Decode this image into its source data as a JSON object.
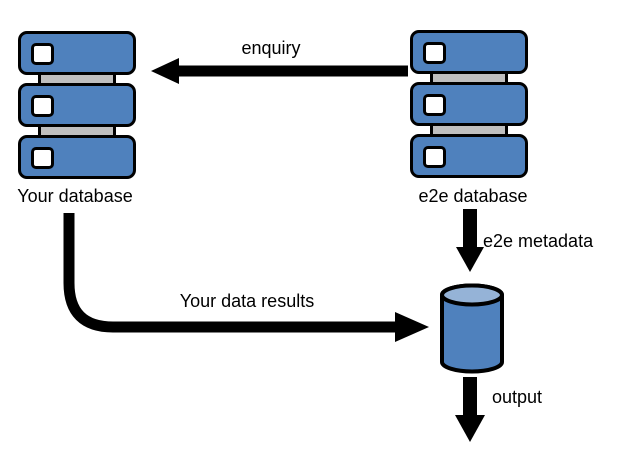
{
  "diagram": {
    "title": "e2e enquiry data flow diagram",
    "colors": {
      "background": "#ffffff",
      "server_fill": "#4f81bd",
      "server_stroke": "#000000",
      "connector_fill": "#bfbfbf",
      "bay_fill": "#ffffff",
      "cylinder_body_fill": "#4f81bd",
      "cylinder_top_fill": "#95b3d7",
      "arrow": "#000000",
      "text": "#000000"
    },
    "icons": {
      "your_database": "server-stack-icon",
      "e2e_database": "server-stack-icon",
      "results_store": "database-cylinder-icon"
    },
    "nodes": {
      "your_database": {
        "label": "Your database"
      },
      "e2e_database": {
        "label": "e2e database"
      }
    },
    "edges": {
      "enquiry": {
        "label": "enquiry",
        "from": "e2e database",
        "to": "Your database"
      },
      "e2e_metadata": {
        "label": "e2e metadata",
        "from": "e2e database",
        "to": "results store"
      },
      "your_data_results": {
        "label": "Your data results",
        "from": "Your database",
        "to": "results store"
      },
      "output": {
        "label": "output",
        "from": "results store",
        "to": "out"
      }
    }
  }
}
